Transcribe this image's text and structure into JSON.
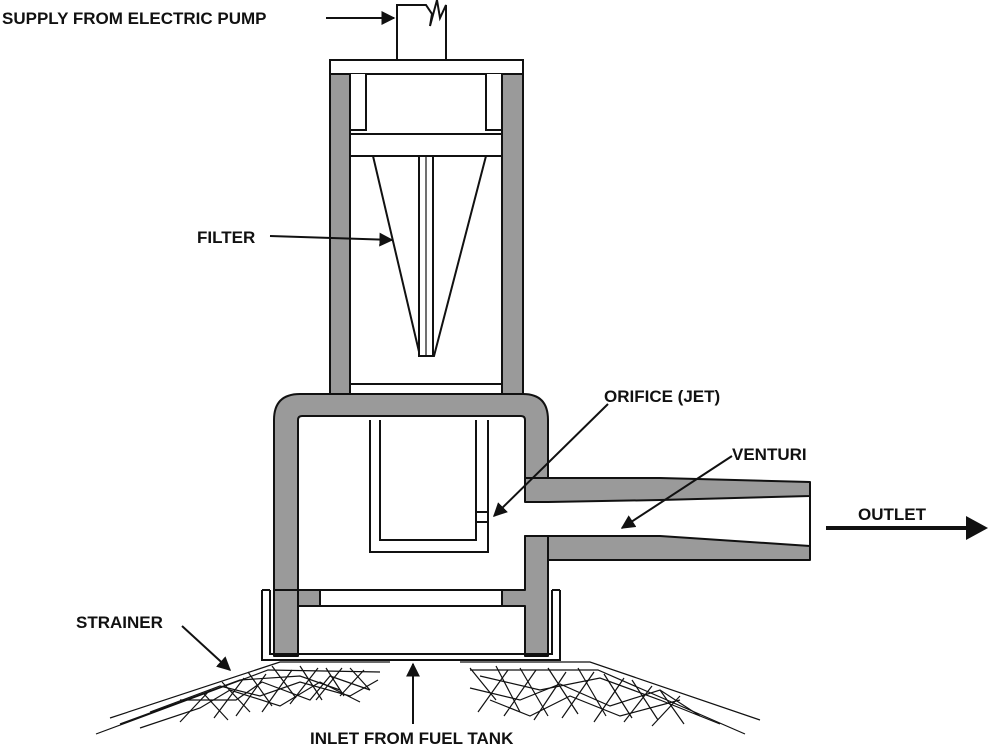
{
  "labels": {
    "supply": "SUPPLY FROM ELECTRIC PUMP",
    "filter": "FILTER",
    "orifice": "ORIFICE (JET)",
    "venturi": "VENTURI",
    "outlet": "OUTLET",
    "strainer": "STRAINER",
    "inlet": "INLET FROM FUEL TANK"
  },
  "colors": {
    "wall_fill": "#9a9a9a",
    "ink": "#111111",
    "background": "#ffffff"
  }
}
